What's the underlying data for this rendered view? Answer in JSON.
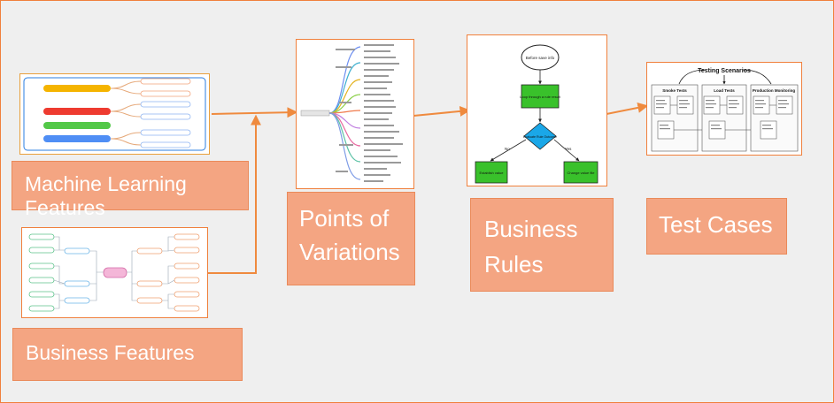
{
  "labels": {
    "ml_features": "Machine Learning Features",
    "business_features": "Business Features",
    "variations_line1": "Points of",
    "variations_line2": "Variations",
    "rules_line1": "Business",
    "rules_line2": "Rules",
    "test_cases": "Test Cases"
  },
  "flowchart": {
    "start": "Before save info",
    "process": "Loop through a rule result",
    "decision": "Evaluate Rule Outcome",
    "no_label": "No",
    "yes_label": "Yes",
    "left_end": "Establish value",
    "right_end": "Change value file"
  },
  "testing": {
    "title": "Testing Scenarios",
    "col1": "Smoke Tests",
    "col2": "Load Tests",
    "col3": "Production Monitoring"
  },
  "colors": {
    "arrow": "#ef8a3e",
    "label_fill": "#f4a582",
    "flow_green": "#39c12b",
    "flow_diamond": "#1aa7e8"
  }
}
